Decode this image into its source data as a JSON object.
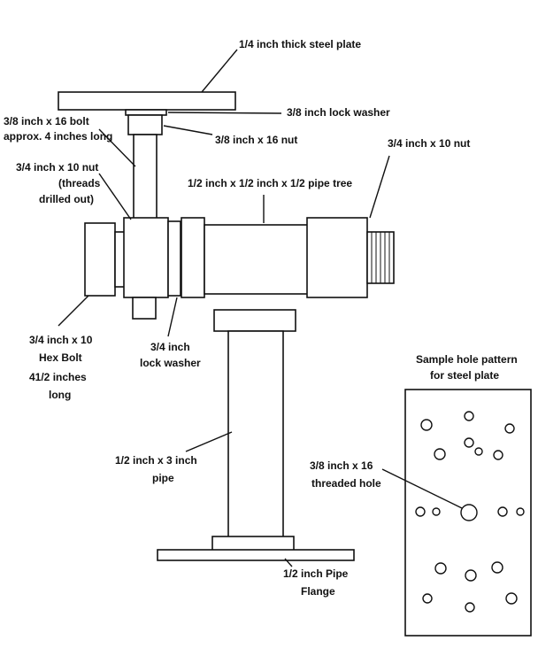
{
  "labels": {
    "steel_plate": "1/4 inch thick steel plate",
    "lock_washer_38": "3/8  inch lock washer",
    "bolt_38": [
      "3/8 inch x 16 bolt",
      "approx. 4 inches long"
    ],
    "nut_38": "3/8  inch  x 16 nut",
    "nut_34_drilled": [
      "3/4 inch x 10 nut",
      "(threads",
      "drilled out)"
    ],
    "nut_34_right": "3/4 inch  x 10 nut",
    "pipe_tree": "1/2 inch x 1/2 inch x 1/2 pipe tree",
    "hex_bolt": [
      "3/4 inch x 10",
      "Hex Bolt",
      "41/2 inches",
      "long"
    ],
    "lock_washer_34": [
      "3/4 inch",
      "lock washer"
    ],
    "pipe": [
      "1/2 inch x 3 inch",
      "pipe"
    ],
    "pipe_flange": [
      "1/2 inch Pipe",
      "Flange"
    ],
    "sample_title": [
      "Sample hole pattern",
      "for steel plate"
    ],
    "threaded_hole": [
      "3/8 inch x 16",
      "threaded hole"
    ]
  }
}
